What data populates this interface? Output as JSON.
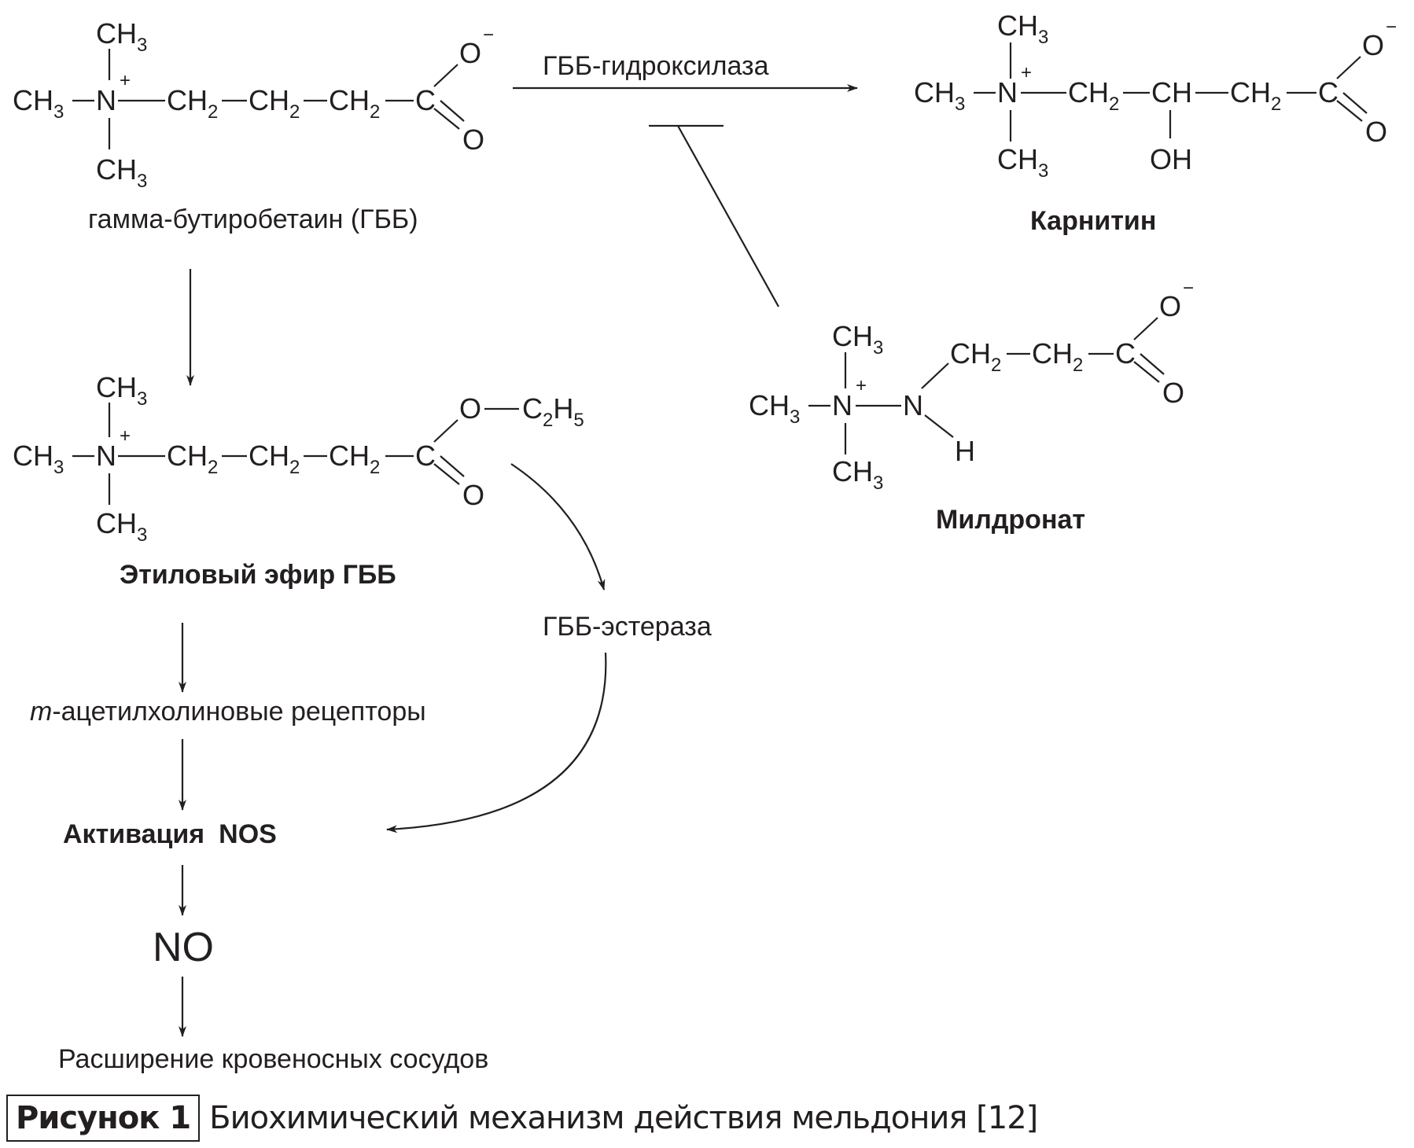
{
  "compounds": {
    "gbb": {
      "name": "гамма-бутиробетаин (ГББ)",
      "methyl_top": "CH",
      "methyl_left": "CH",
      "methyl_bottom": "CH",
      "methyl_sub": "3",
      "nitrogen": "N",
      "charge_plus": "+",
      "chain": [
        "CH",
        "CH",
        "CH"
      ],
      "chain_sub": "2",
      "carbon": "C",
      "oxygen_minus": "O",
      "charge_minus": "−",
      "oxygen": "O"
    },
    "carnitine": {
      "name": "Карнитин",
      "methyl_top": "CH",
      "methyl_left": "CH",
      "methyl_bottom": "CH",
      "methyl_sub": "3",
      "nitrogen": "N",
      "charge_plus": "+",
      "chain1": "CH",
      "chain1_sub": "2",
      "ch": "CH",
      "hydroxyl": "OH",
      "chain2": "CH",
      "chain2_sub": "2",
      "carbon": "C",
      "oxygen_minus": "O",
      "charge_minus": "−",
      "oxygen": "O"
    },
    "ethyl_ester": {
      "name": "Этиловый эфир ГББ",
      "methyl_top": "CH",
      "methyl_left": "CH",
      "methyl_bottom": "CH",
      "methyl_sub": "3",
      "nitrogen": "N",
      "charge_plus": "+",
      "chain": [
        "CH",
        "CH",
        "CH"
      ],
      "chain_sub": "2",
      "carbon": "C",
      "oxygen_ester": "O",
      "ethyl": "C",
      "ethyl_sub1": "2",
      "ethyl_h": "H",
      "ethyl_sub2": "5",
      "oxygen": "O"
    },
    "mildronate": {
      "name": "Милдронат",
      "methyl_top": "CH",
      "methyl_left": "CH",
      "methyl_bottom": "CH",
      "methyl_sub": "3",
      "nitrogen_plus": "N",
      "charge_plus": "+",
      "nitrogen": "N",
      "hydrogen": "H",
      "chain": [
        "CH",
        "CH"
      ],
      "chain_sub": "2",
      "carbon": "C",
      "oxygen_minus": "O",
      "charge_minus": "−",
      "oxygen": "O"
    }
  },
  "enzymes": {
    "hydroxylase": "ГББ-гидроксилаза",
    "esterase": "ГББ-эстераза"
  },
  "cascade": {
    "receptors_prefix": "m",
    "receptors_rest": "-ацетилхолиновые рецепторы",
    "nos_activation": "Активация",
    "nos": "NOS",
    "no": "NO",
    "vasodilation": "Расширение кровеносных сосудов"
  },
  "caption": {
    "label": "Рисунок 1",
    "text": "Биохимический механизм действия мельдония [12]"
  }
}
